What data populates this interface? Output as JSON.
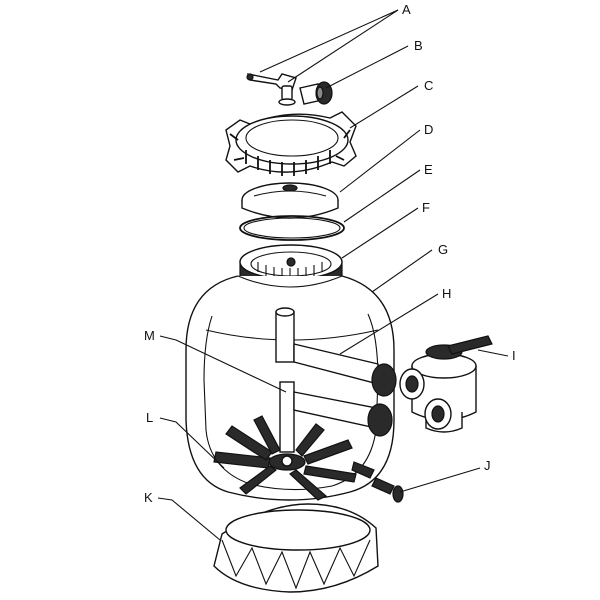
{
  "labels": {
    "A": "A",
    "B": "B",
    "C": "C",
    "D": "D",
    "E": "E",
    "F": "F",
    "G": "G",
    "H": "H",
    "I": "I",
    "J": "J",
    "K": "K",
    "L": "L",
    "M": "M"
  }
}
